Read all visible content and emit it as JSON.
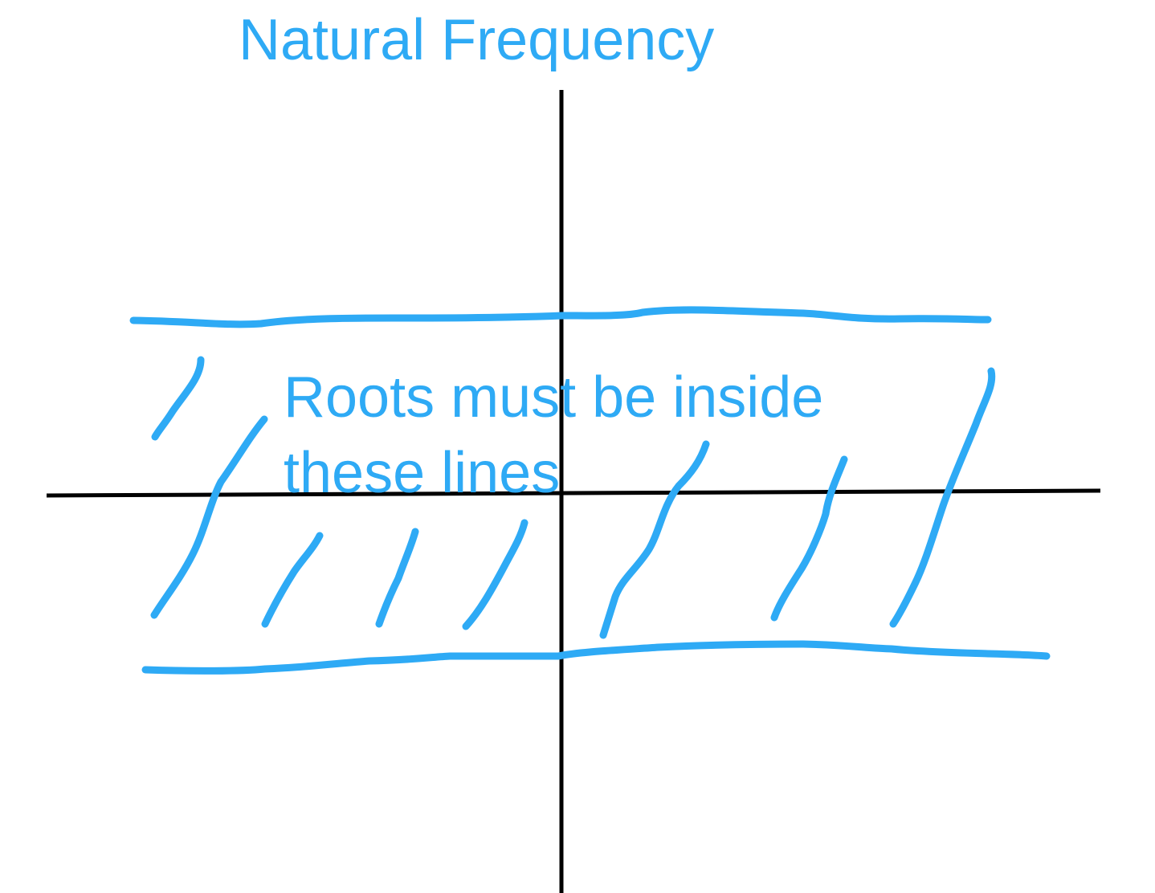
{
  "title": "Natural Frequency",
  "annotation": {
    "line1": "Roots must be inside",
    "line2": "these lines"
  },
  "colors": {
    "ink": "#2eaaf5",
    "axes": "#000000",
    "background": "#ffffff"
  }
}
